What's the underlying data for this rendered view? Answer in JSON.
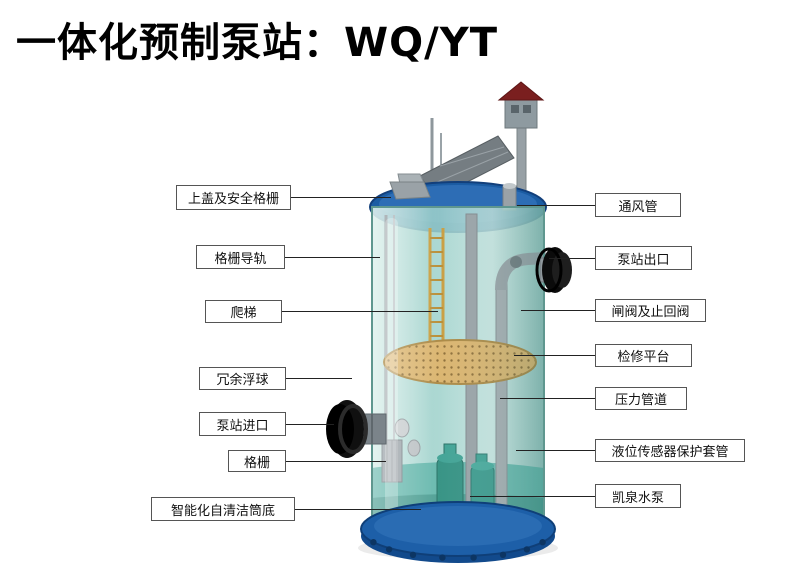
{
  "title": "一体化预制泵站：WQ/YT",
  "diagram": {
    "subject": "integrated-prefabricated-pump-station",
    "labels_left": [
      {
        "text": "上盖及安全格栅"
      },
      {
        "text": "格栅导轨"
      },
      {
        "text": "爬梯"
      },
      {
        "text": "冗余浮球"
      },
      {
        "text": "泵站进口"
      },
      {
        "text": "格栅"
      },
      {
        "text": "智能化自清洁筒底"
      }
    ],
    "labels_right": [
      {
        "text": "通风管"
      },
      {
        "text": "泵站出口"
      },
      {
        "text": "闸阀及止回阀"
      },
      {
        "text": "检修平台"
      },
      {
        "text": "压力管道"
      },
      {
        "text": "液位传感器保护套管"
      },
      {
        "text": "凯泉水泵"
      }
    ],
    "colors": {
      "lid_blue": "#1b5ca3",
      "base_blue": "#1d5fa8",
      "body_teal": "#9fd2cb",
      "water_teal": "#57b0a4",
      "platform_tan": "#d9b26a",
      "ladder_yellow": "#c79b3b",
      "roof_red": "#7a1f1f",
      "label_border": "#555555"
    }
  }
}
